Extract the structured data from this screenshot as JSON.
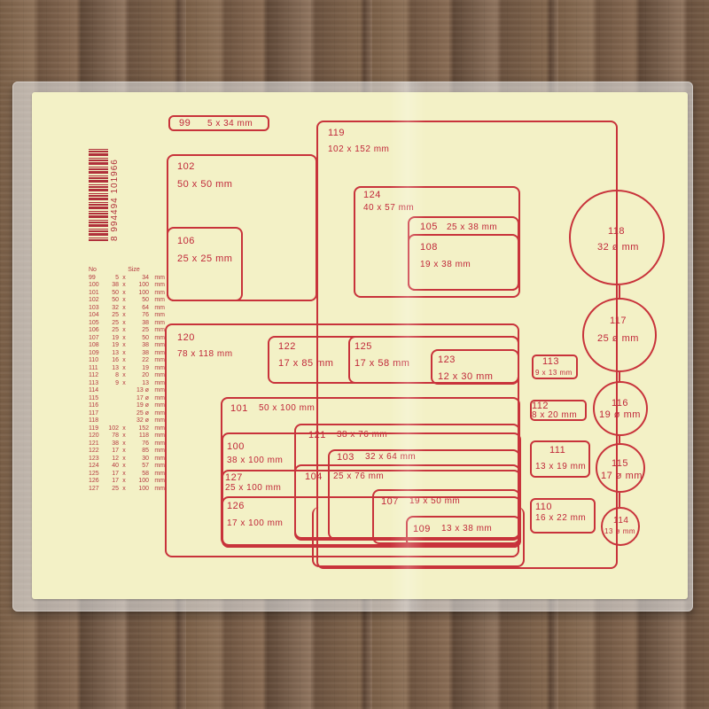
{
  "barcode": {
    "digits": "8 994494 101966"
  },
  "table": {
    "header_no": "No",
    "header_size": "Size",
    "rows": [
      [
        "99",
        "5",
        "x",
        "34",
        "mm"
      ],
      [
        "100",
        "38",
        "x",
        "100",
        "mm"
      ],
      [
        "101",
        "50",
        "x",
        "100",
        "mm"
      ],
      [
        "102",
        "50",
        "x",
        "50",
        "mm"
      ],
      [
        "103",
        "32",
        "x",
        "64",
        "mm"
      ],
      [
        "104",
        "25",
        "x",
        "76",
        "mm"
      ],
      [
        "105",
        "25",
        "x",
        "38",
        "mm"
      ],
      [
        "106",
        "25",
        "x",
        "25",
        "mm"
      ],
      [
        "107",
        "19",
        "x",
        "50",
        "mm"
      ],
      [
        "108",
        "19",
        "x",
        "38",
        "mm"
      ],
      [
        "109",
        "13",
        "x",
        "38",
        "mm"
      ],
      [
        "110",
        "16",
        "x",
        "22",
        "mm"
      ],
      [
        "111",
        "13",
        "x",
        "19",
        "mm"
      ],
      [
        "112",
        "8",
        "x",
        "20",
        "mm"
      ],
      [
        "113",
        "9",
        "x",
        "13",
        "mm"
      ],
      [
        "114",
        "",
        "",
        "13 ø",
        "mm"
      ],
      [
        "115",
        "",
        "",
        "17 ø",
        "mm"
      ],
      [
        "116",
        "",
        "",
        "19 ø",
        "mm"
      ],
      [
        "117",
        "",
        "",
        "25 ø",
        "mm"
      ],
      [
        "118",
        "",
        "",
        "32 ø",
        "mm"
      ],
      [
        "119",
        "102",
        "x",
        "152",
        "mm"
      ],
      [
        "120",
        "78",
        "x",
        "118",
        "mm"
      ],
      [
        "121",
        "38",
        "x",
        "76",
        "mm"
      ],
      [
        "122",
        "17",
        "x",
        "85",
        "mm"
      ],
      [
        "123",
        "12",
        "x",
        "30",
        "mm"
      ],
      [
        "124",
        "40",
        "x",
        "57",
        "mm"
      ],
      [
        "125",
        "17",
        "x",
        "58",
        "mm"
      ],
      [
        "126",
        "17",
        "x",
        "100",
        "mm"
      ],
      [
        "127",
        "25",
        "x",
        "100",
        "mm"
      ]
    ]
  },
  "shapes": {
    "s99": {
      "num": "99",
      "size": "5 x 34 mm"
    },
    "s102": {
      "num": "102",
      "size": "50 x 50 mm"
    },
    "s106": {
      "num": "106",
      "size": "25 x 25 mm"
    },
    "s119": {
      "num": "119",
      "size": "102 x 152 mm"
    },
    "s124": {
      "num": "124",
      "size": "40 x 57 mm"
    },
    "s105": {
      "num": "105",
      "size": "25 x 38 mm"
    },
    "s108": {
      "num": "108",
      "size": "19 x 38 mm"
    },
    "s118": {
      "num": "118",
      "size": "32 ø mm"
    },
    "s117": {
      "num": "117",
      "size": "25 ø mm"
    },
    "s116": {
      "num": "116",
      "size": "19 ø mm"
    },
    "s115": {
      "num": "115",
      "size": "17 ø mm"
    },
    "s114": {
      "num": "114",
      "size": "13 ø mm"
    },
    "s120": {
      "num": "120",
      "size": "78 x 118 mm"
    },
    "s122": {
      "num": "122",
      "size": "17 x 85 mm"
    },
    "s125": {
      "num": "125",
      "size": "17 x 58 mm"
    },
    "s123": {
      "num": "123",
      "size": "12 x 30 mm"
    },
    "s113": {
      "num": "113",
      "size": "9 x 13 mm"
    },
    "s112": {
      "num": "112",
      "size": "8 x 20 mm"
    },
    "s111": {
      "num": "111",
      "size": "13 x 19 mm"
    },
    "s110": {
      "num": "110",
      "size": "16 x 22 mm"
    },
    "s101": {
      "num": "101",
      "size": "50 x 100 mm"
    },
    "s121": {
      "num": "121",
      "size": "38 x 76 mm"
    },
    "s100": {
      "num": "100",
      "size": "38 x 100 mm"
    },
    "s103": {
      "num": "103",
      "size": "32 x 64 mm"
    },
    "s127": {
      "num": "127",
      "size": "25 x 100 mm"
    },
    "s104": {
      "num": "104",
      "size": "25 x 76 mm"
    },
    "s126": {
      "num": "126",
      "size": "17 x 100 mm"
    },
    "s107": {
      "num": "107",
      "size": "19 x 50 mm"
    },
    "s109": {
      "num": "109",
      "size": "13 x 38 mm"
    }
  }
}
